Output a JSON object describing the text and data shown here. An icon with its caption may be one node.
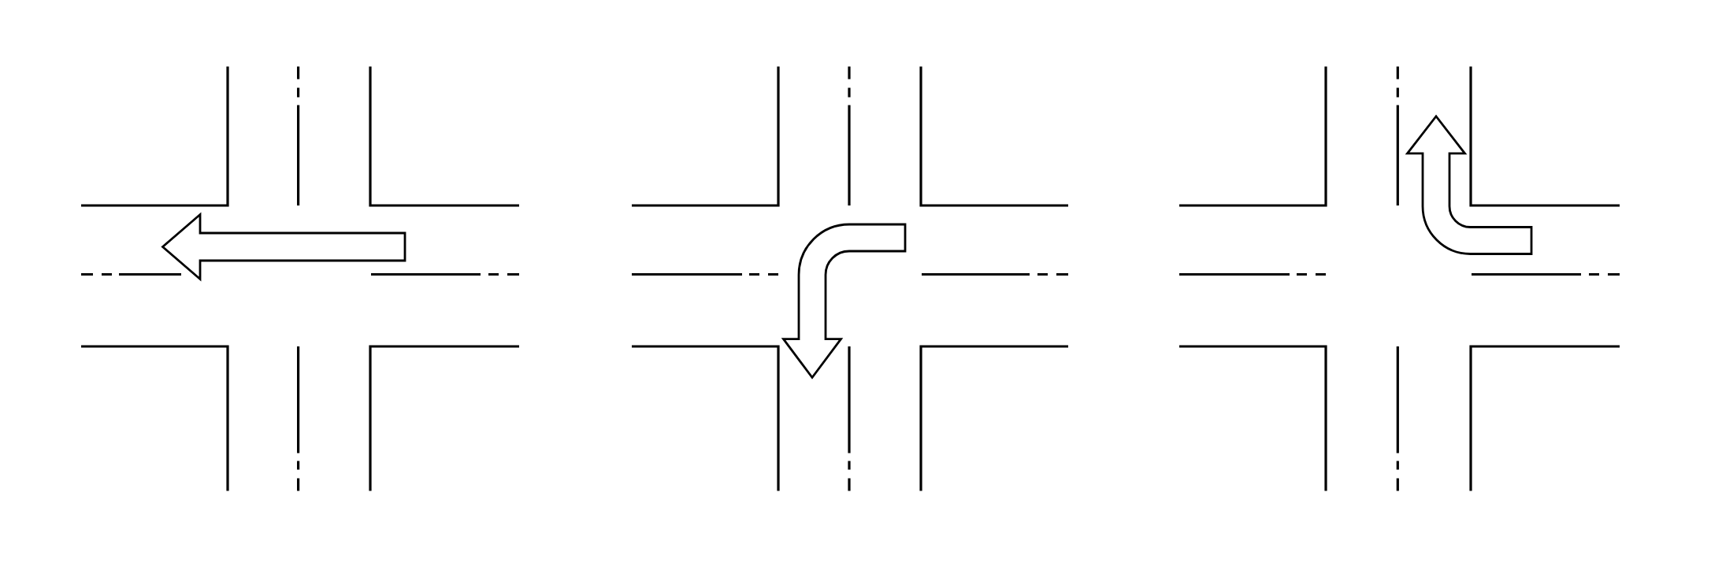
{
  "diagram": {
    "nodes": [
      {
        "text": [],
        "shape": "picture"
      },
      {
        "text": [],
        "shape": "picture"
      },
      {
        "text": [],
        "shape": "picture"
      }
    ]
  }
}
